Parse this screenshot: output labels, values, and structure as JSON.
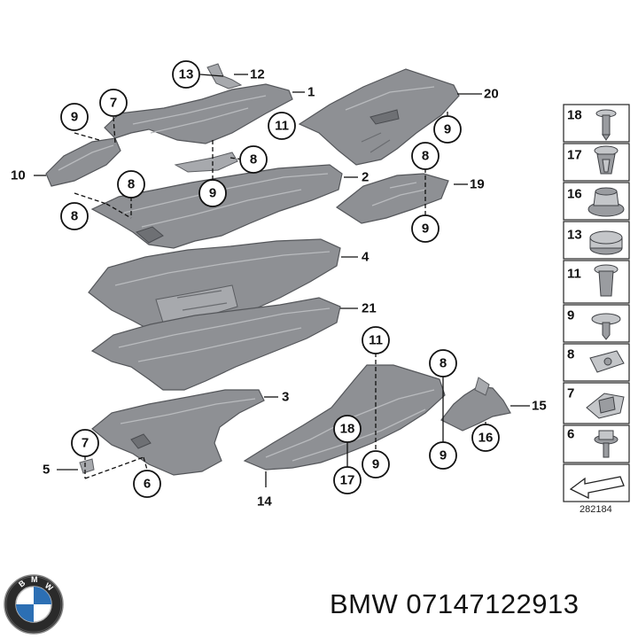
{
  "callouts": {
    "c13": "13",
    "c12": "12",
    "c1": "1",
    "c7a": "7",
    "c9a": "9",
    "c11a": "11",
    "c20": "20",
    "c9b": "9",
    "c10": "10",
    "c8a": "8",
    "c9c": "9",
    "c2": "2",
    "c8b": "8",
    "c19": "19",
    "c8c": "8",
    "c9d": "9",
    "c8d": "8",
    "c4": "4",
    "c21": "21",
    "c11b": "11",
    "c8e": "8",
    "c3": "3",
    "c15": "15",
    "c7b": "7",
    "c16": "16",
    "c18": "18",
    "c5": "5",
    "c6": "6",
    "c9e": "9",
    "c17": "17",
    "c9f": "9",
    "c14": "14"
  },
  "legend": {
    "items": [
      {
        "num": "18",
        "icon": "screw-icon"
      },
      {
        "num": "17",
        "icon": "expanding-rivet-icon"
      },
      {
        "num": "16",
        "icon": "hex-nut-icon"
      },
      {
        "num": "13",
        "icon": "plug-icon"
      },
      {
        "num": "11",
        "icon": "blind-rivet-nut-icon"
      },
      {
        "num": "9",
        "icon": "push-rivet-icon"
      },
      {
        "num": "8",
        "icon": "clip-nut-icon"
      },
      {
        "num": "7",
        "icon": "spring-clip-icon"
      },
      {
        "num": "6",
        "icon": "collar-screw-icon"
      }
    ],
    "diagram_code": "282184"
  },
  "logo": {
    "letters": "BMW"
  },
  "caption": "BMW 07147122913"
}
